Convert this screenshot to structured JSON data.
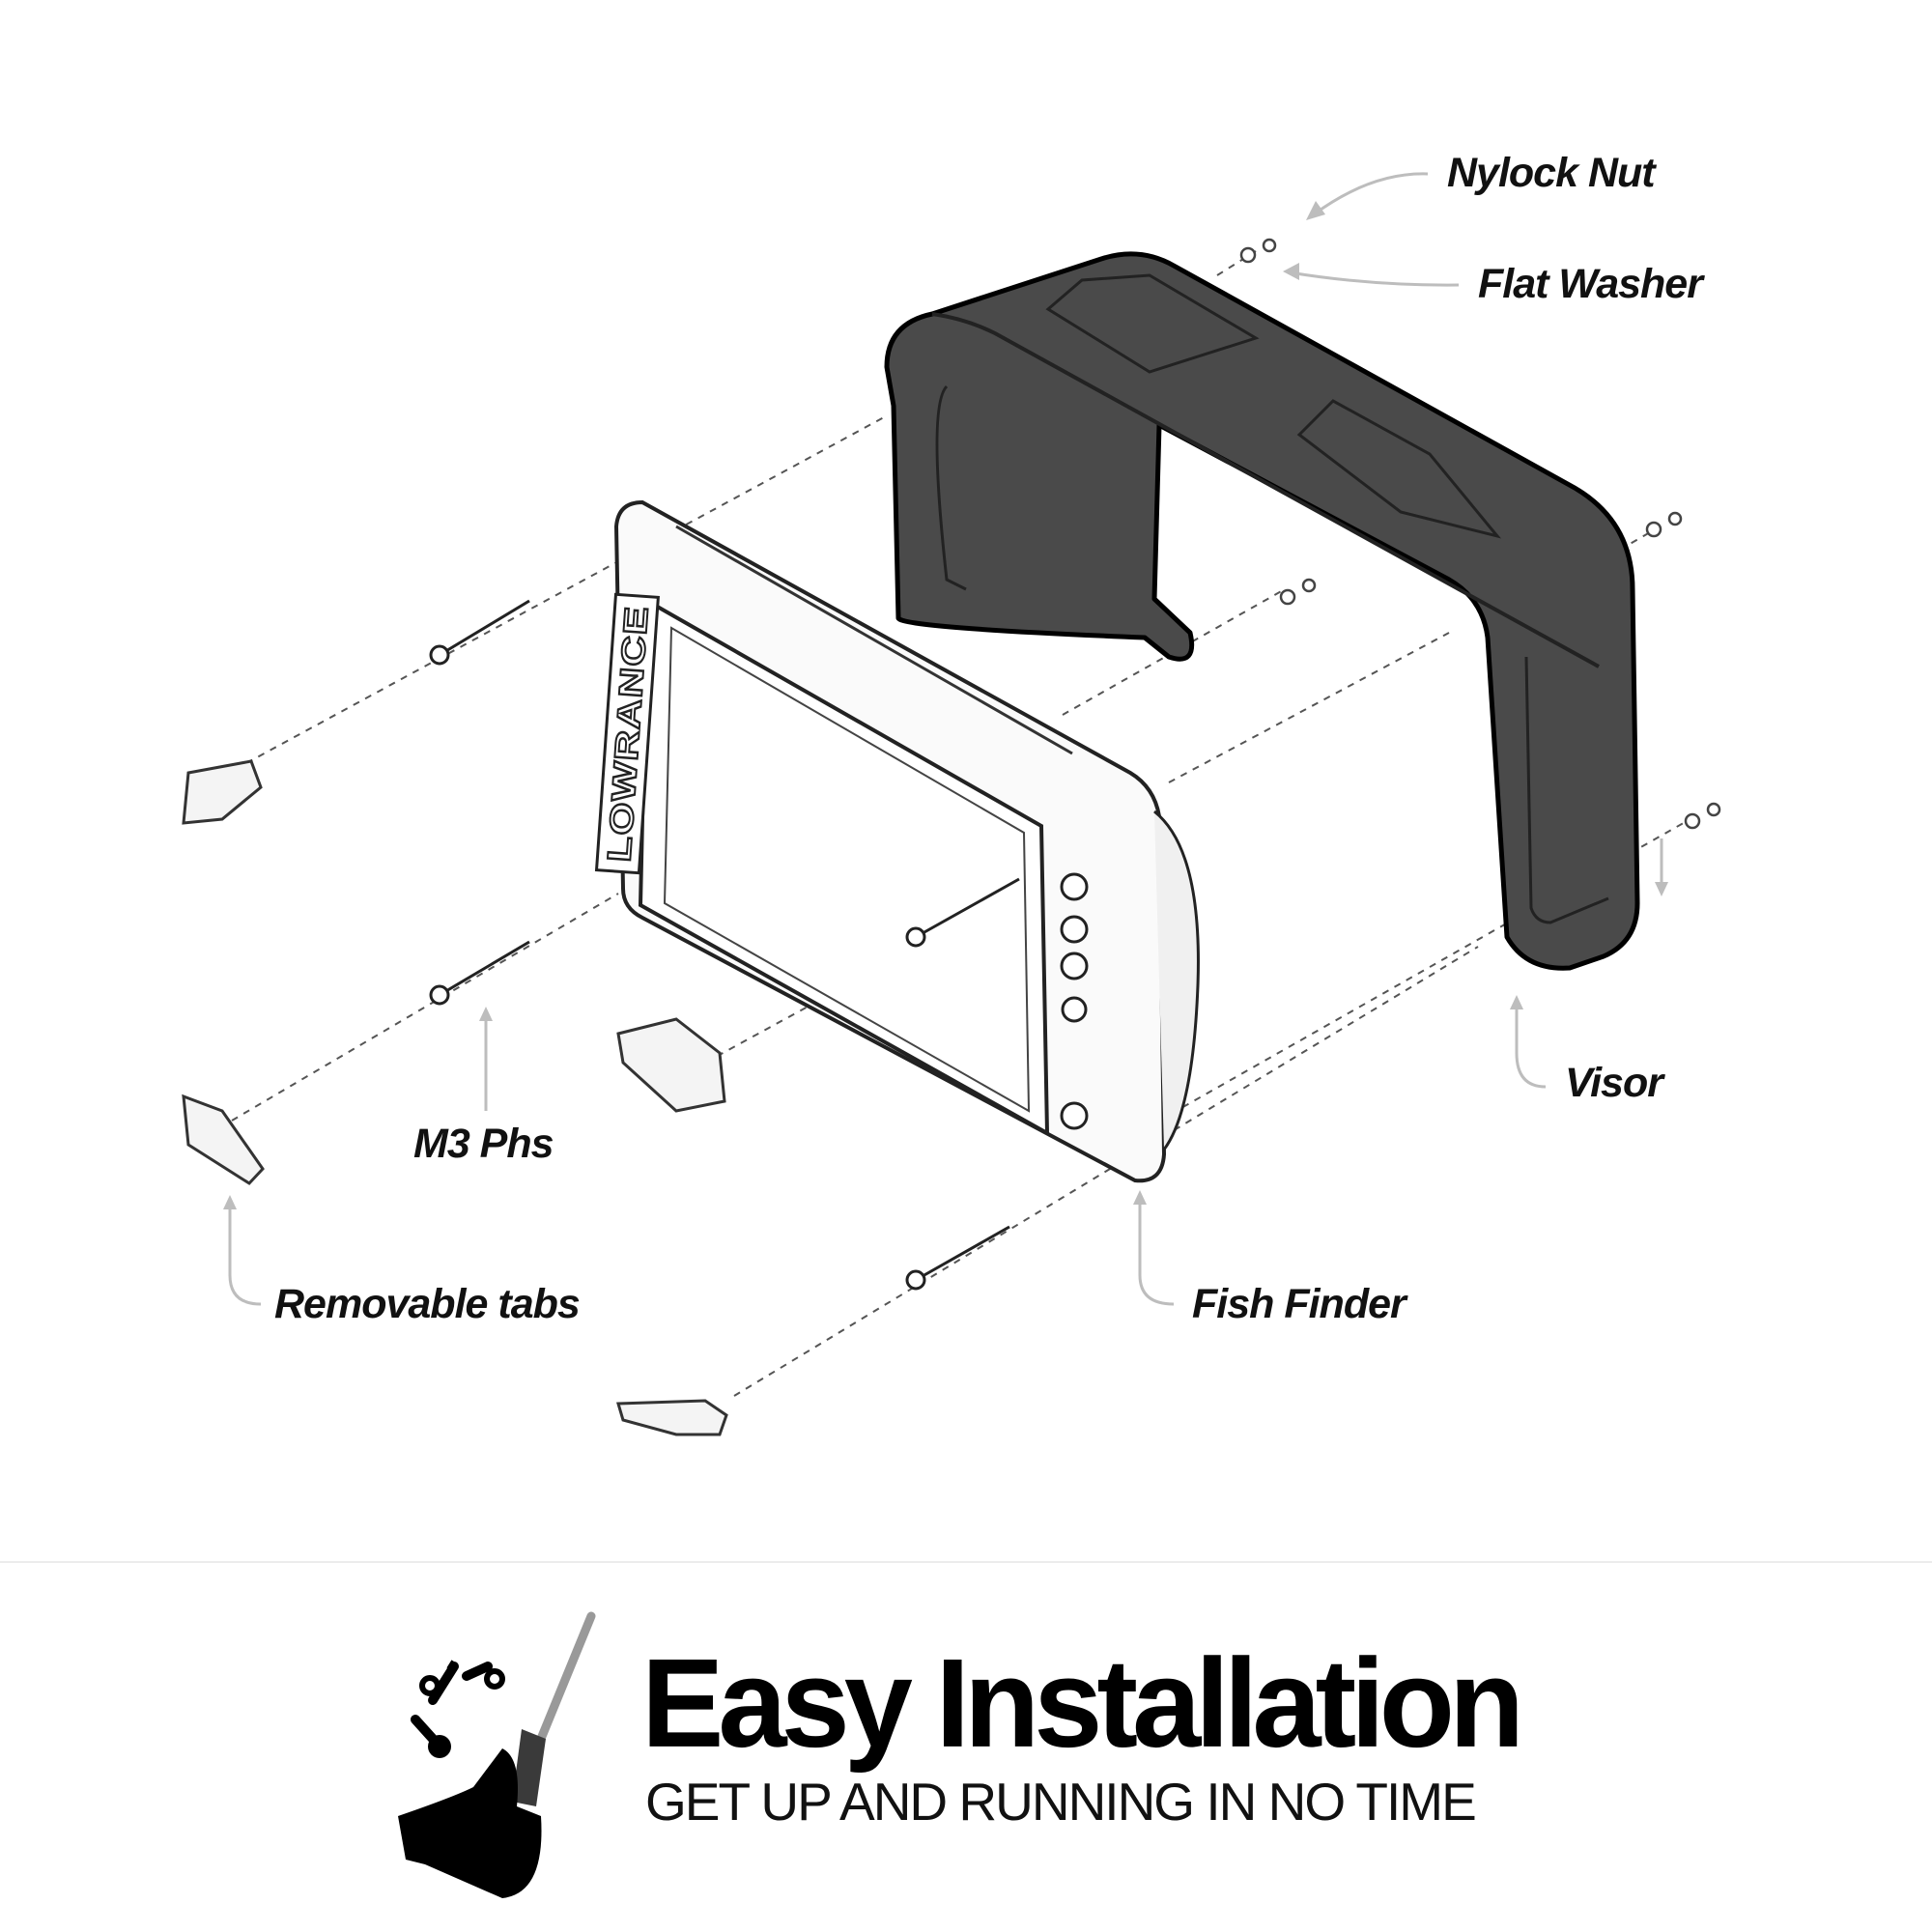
{
  "labels": {
    "nylock_nut": "Nylock Nut",
    "flat_washer": "Flat Washer",
    "visor": "Visor",
    "m3_phs": "M3  Phs",
    "removable_tabs": "Removable tabs",
    "fish_finder": "Fish Finder"
  },
  "device_brand": "LOWRANCE",
  "banner": {
    "title": "Easy Installation",
    "subtitle": "GET UP AND RUNNING IN NO TIME"
  },
  "colors": {
    "visor": "#4a4a4a",
    "leader": "#bdbdbd",
    "text": "#111111"
  }
}
